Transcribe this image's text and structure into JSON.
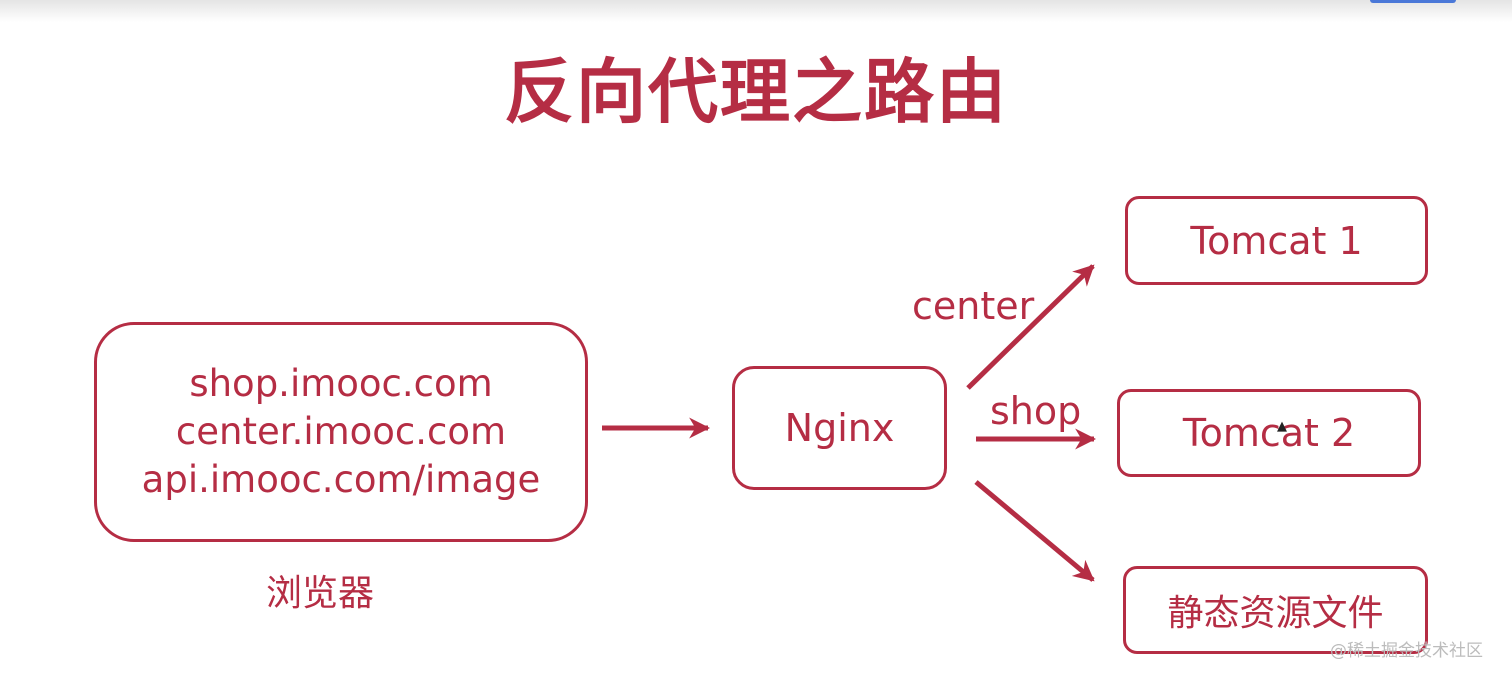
{
  "title": "反向代理之路由",
  "browser": {
    "lines": [
      "shop.imooc.com",
      "center.imooc.com",
      "api.imooc.com/image"
    ],
    "label": "浏览器"
  },
  "nginx": {
    "label": "Nginx"
  },
  "targets": {
    "tomcat1": "Tomcat 1",
    "tomcat2": "Tomcat 2",
    "static": "静态资源文件"
  },
  "edges": {
    "center": "center",
    "shop": "shop"
  },
  "watermark": "@稀土掘金技术社区",
  "colors": {
    "accent": "#b52d44",
    "background": "#ffffff"
  }
}
